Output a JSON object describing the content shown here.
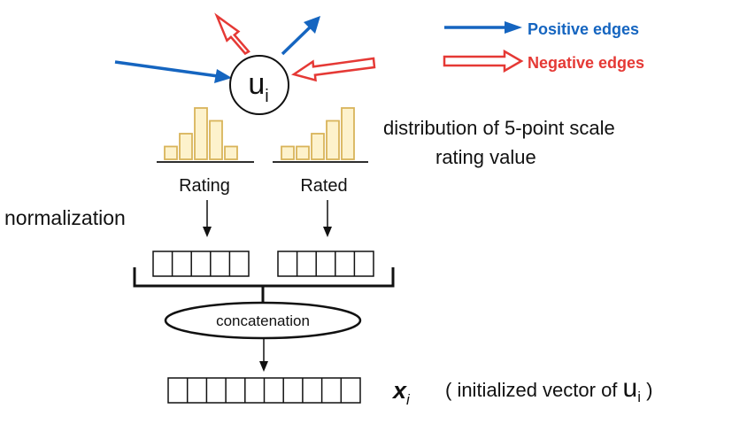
{
  "node": {
    "label": "u",
    "subscript": "i"
  },
  "legend": {
    "positive_label": "Positive edges",
    "negative_label": "Negative edges",
    "positive_color": "#1565c0",
    "negative_color": "#e53935"
  },
  "description": {
    "line1": "distribution of 5-point scale",
    "line2": "rating value"
  },
  "histograms": {
    "bar_fill": "#fdf2cc",
    "bar_stroke": "#d9b45a",
    "rating": {
      "label": "Rating",
      "values": [
        1,
        2,
        4,
        3,
        1
      ]
    },
    "rated": {
      "label": "Rated",
      "values": [
        1,
        1,
        2,
        3,
        4
      ]
    }
  },
  "normalization_label": "normalization",
  "concat_label": "concatenation",
  "output": {
    "symbol": "x",
    "symbol_sub": "i",
    "caption_prefix": "( initialized vector of ",
    "caption_node": "u",
    "caption_node_sub": "i",
    "caption_suffix": " )"
  }
}
